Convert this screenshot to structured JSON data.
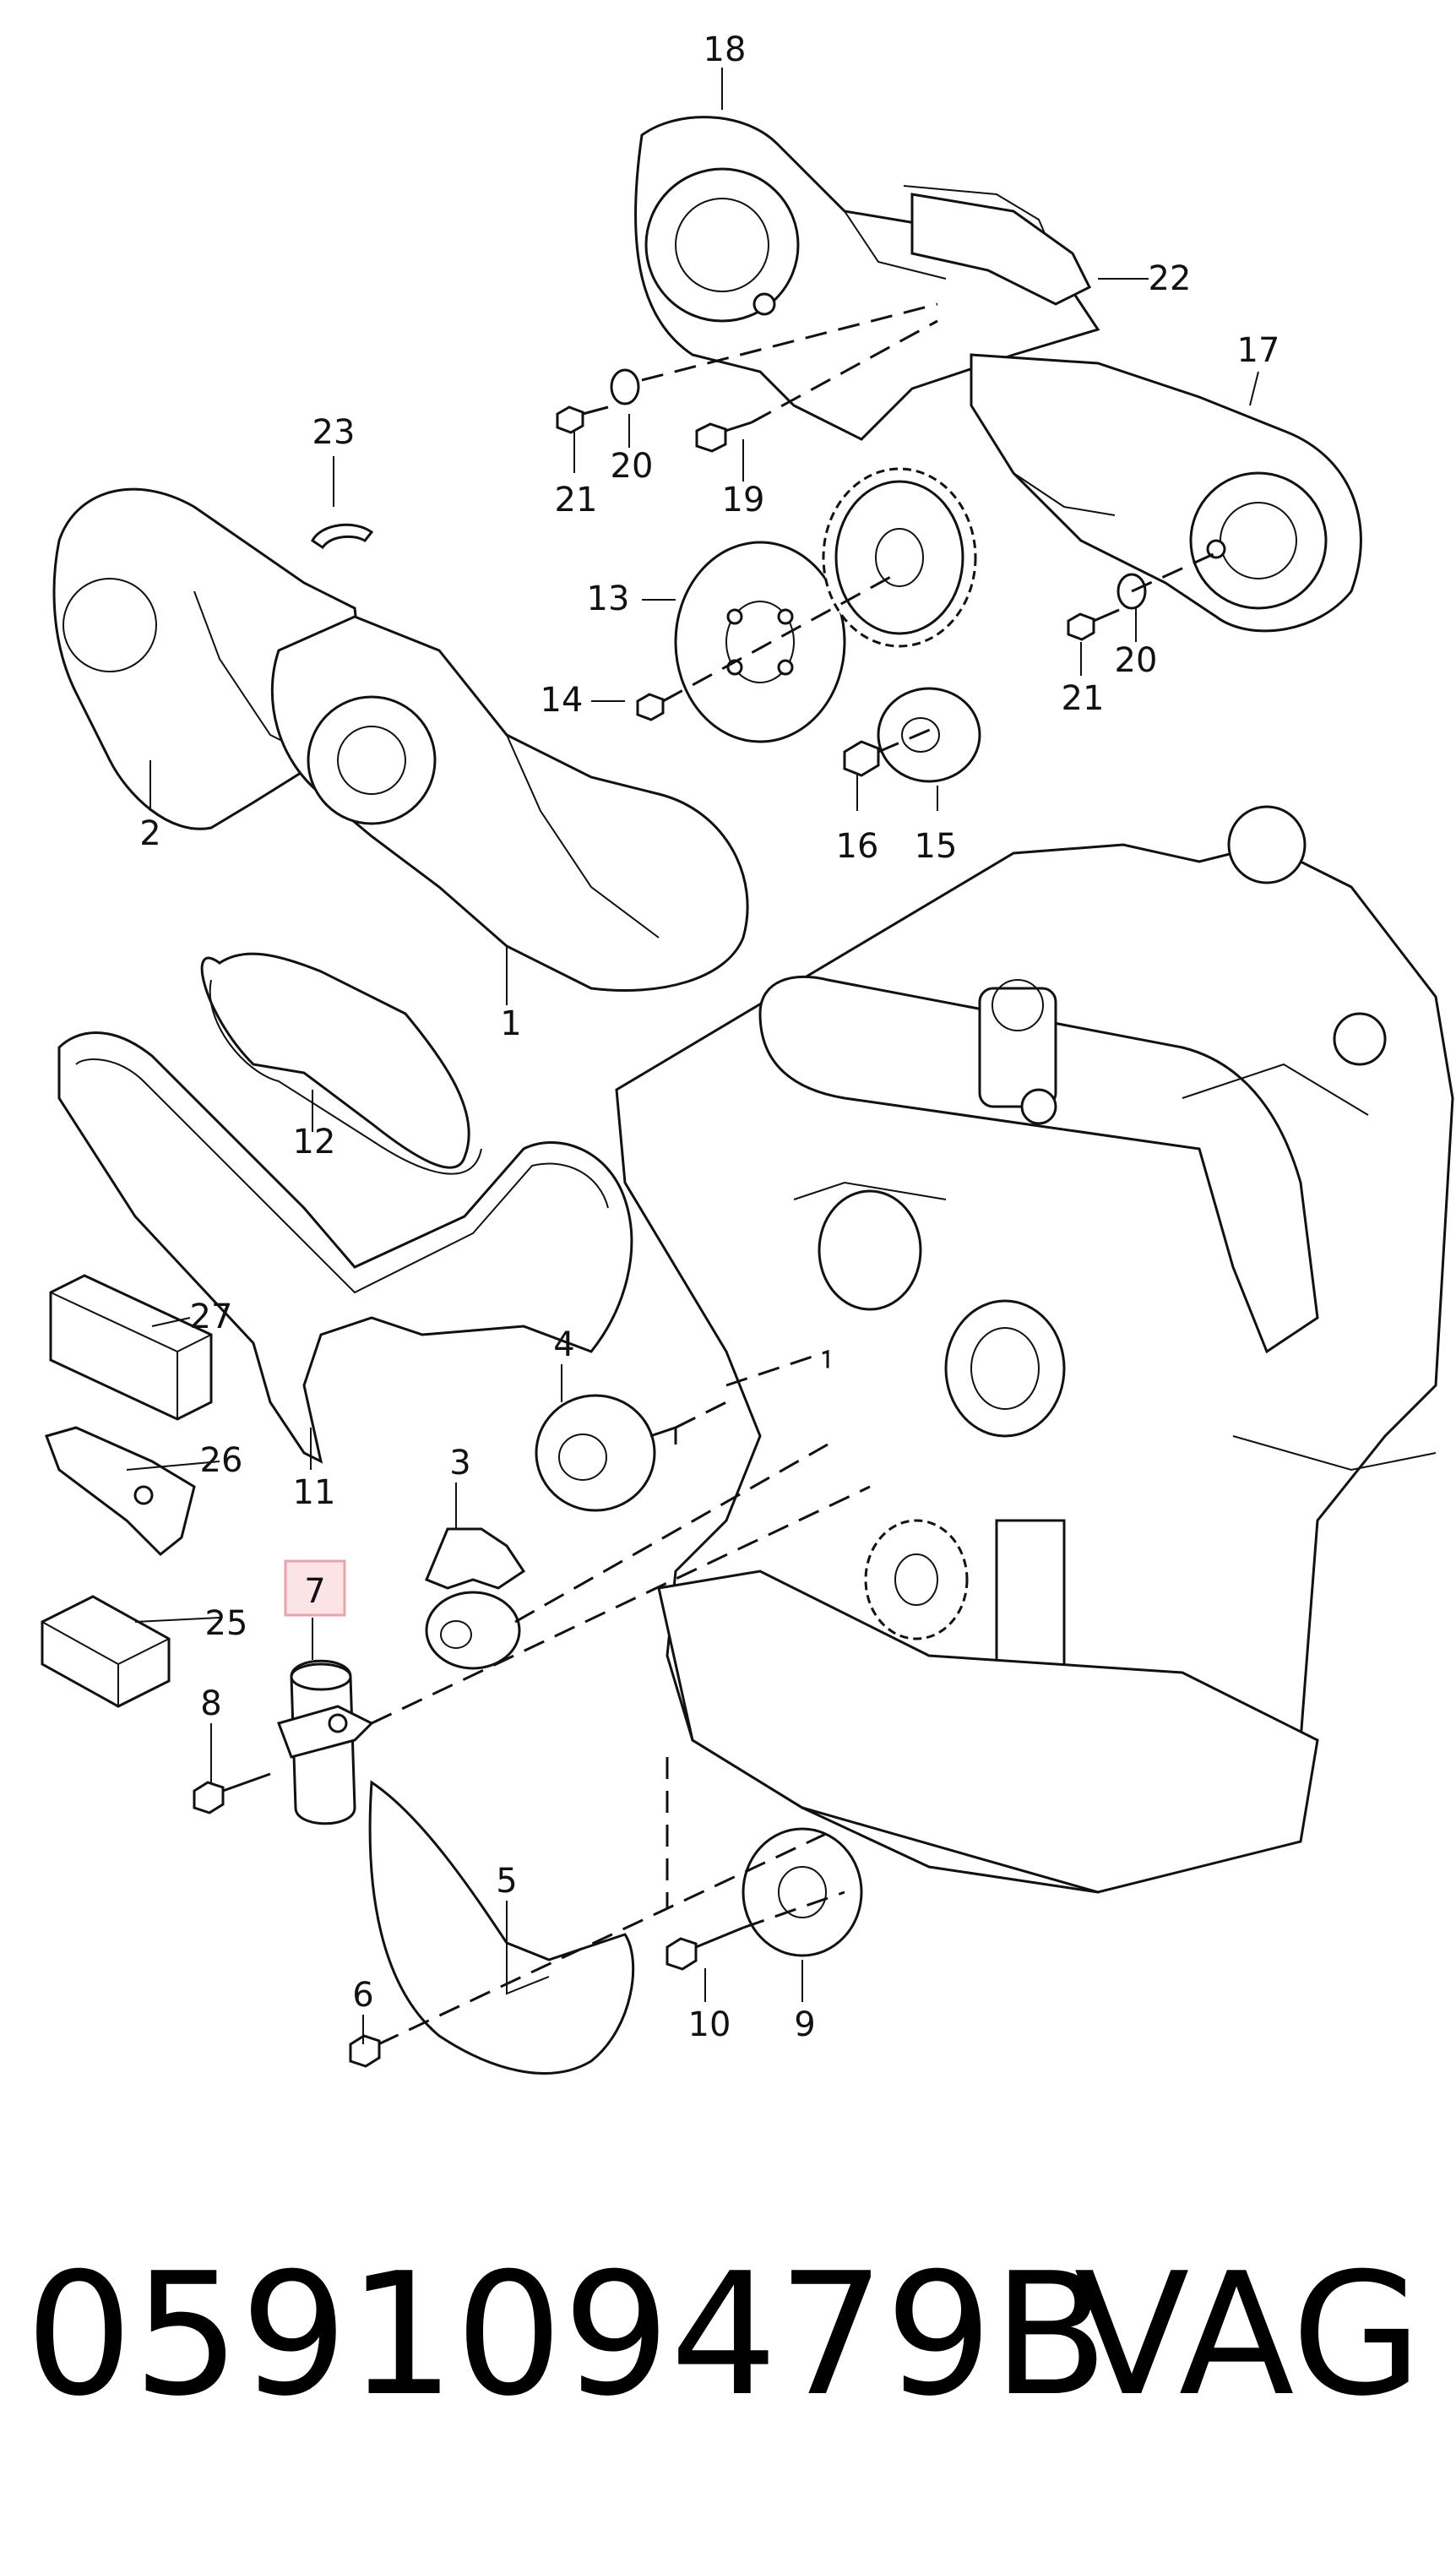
{
  "diagram": {
    "callouts": [
      "1",
      "2",
      "3",
      "4",
      "5",
      "6",
      "7",
      "8",
      "9",
      "10",
      "11",
      "12",
      "13",
      "14",
      "15",
      "16",
      "17",
      "18",
      "19",
      "20",
      "20",
      "21",
      "21",
      "22",
      "23",
      "25",
      "26",
      "27"
    ],
    "highlighted_callout": "7",
    "highlight_color": "#e8a3ad",
    "highlight_fill": "#fbe3e6"
  },
  "footer": {
    "part_number": "059109479B",
    "brand": "VAG"
  }
}
